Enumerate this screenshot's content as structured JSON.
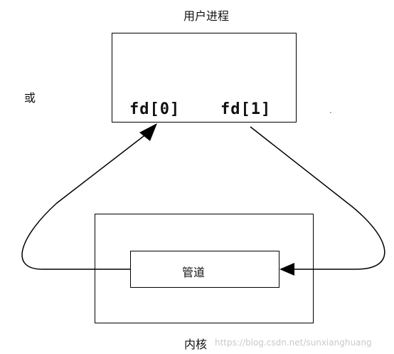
{
  "diagram": {
    "user_process_label": "用户进程",
    "or_label": "或",
    "fd0_label": "fd[0]",
    "fd1_label": "fd[1]",
    "pipe_label": "管道",
    "kernel_label": "内核"
  },
  "watermark": {
    "text": "https://blog.csdn.net/sunxianghuang"
  }
}
